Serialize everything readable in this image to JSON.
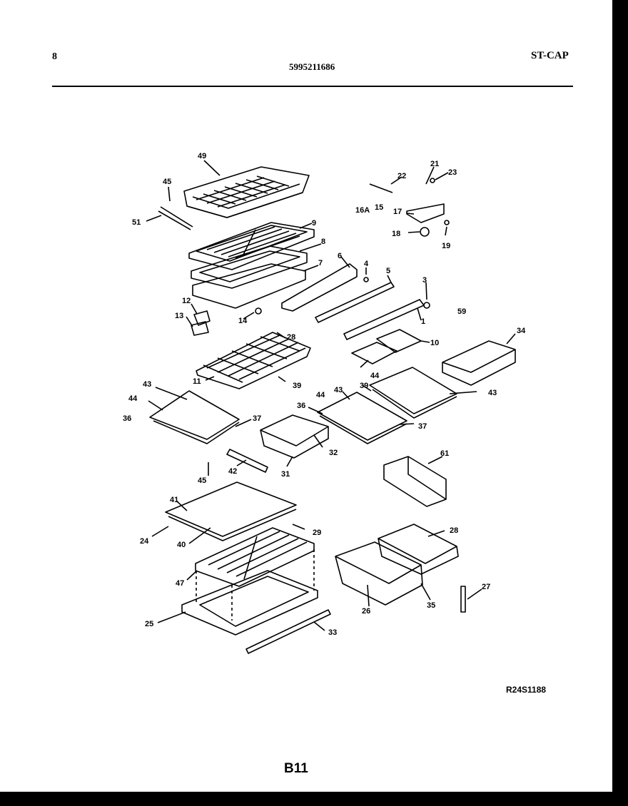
{
  "header": {
    "left": "8",
    "center": "5995211686",
    "right": "ST-CAP"
  },
  "callouts": [
    "49",
    "45",
    "51",
    "9",
    "8",
    "7",
    "6",
    "4",
    "5",
    "3",
    "59",
    "1",
    "22",
    "21",
    "23",
    "16A",
    "15",
    "17",
    "18",
    "19",
    "12",
    "13",
    "14",
    "28",
    "10",
    "44",
    "34",
    "11",
    "39",
    "43",
    "44",
    "36",
    "37",
    "43",
    "44",
    "36",
    "39",
    "43",
    "37",
    "32",
    "31",
    "42",
    "45",
    "61",
    "41",
    "24",
    "40",
    "29",
    "47",
    "28",
    "35",
    "26",
    "25",
    "33",
    "27"
  ],
  "reference_code": "R24S1188",
  "page_number": "B11"
}
